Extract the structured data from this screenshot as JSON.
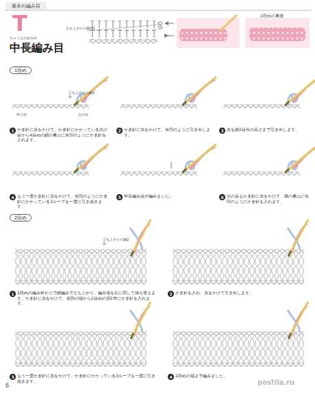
{
  "diagram": {
    "title": "中長編み目",
    "nodes": [
      {
        "text": [
          "基本の編み目"
        ]
      },
      {
        "text": [
          "1段め"
        ]
      },
      {
        "text": [
          "1"
        ]
      },
      {
        "text": [
          "2"
        ]
      },
      {
        "text": [
          "3"
        ]
      },
      {
        "text": [
          "4"
        ]
      },
      {
        "text": [
          "5"
        ]
      },
      {
        "text": [
          "6"
        ]
      },
      {
        "text": [
          "2段め"
        ]
      },
      {
        "text": [
          "1"
        ]
      },
      {
        "text": [
          "2"
        ]
      },
      {
        "text": [
          "3"
        ]
      },
      {
        "text": [
          "4"
        ]
      }
    ],
    "labels": [
      "T",
      "ちゅうながあみめ",
      "立ち上がりの鎖2目",
      "1段めの裏側",
      "立ち上がりの鎖2目",
      "台の目",
      "作り目",
      "かぎ針に糸をかけて、かぎ針にかかっている次の目から4目めの鎖の裏山に矢印のようにかぎ針を入れます。",
      "かぎ針に糸をかけて、矢印のように引き出します。",
      "糸を鎖2目分の高さまで引き出します。",
      "もう一度かぎ針に糸をかけて、矢印のようにかぎ針にかかっている3ループを一度に引き抜きます。",
      "中長編み目が編めました。",
      "次の目もかぎ針に糸をかけて、隣の裏山に矢印のようにかぎ針を入れます。",
      "立ち上がりの鎖2目",
      "1段めの編み終わりで鎖編みで立ち上がり、編み地を右に回して持ち替えます。かぎ針に糸をかけて、前段の端から2目めの頭2本にかぎ針を入れます。",
      "かぎ針を入れ、糸をかけて引き出します。",
      "もう一度かぎ針に糸をかけて、かぎ針にかかっている3ループを一度に引き抜きます。",
      "2段めの端まで編みました。",
      "6",
      "postila.ru"
    ]
  }
}
